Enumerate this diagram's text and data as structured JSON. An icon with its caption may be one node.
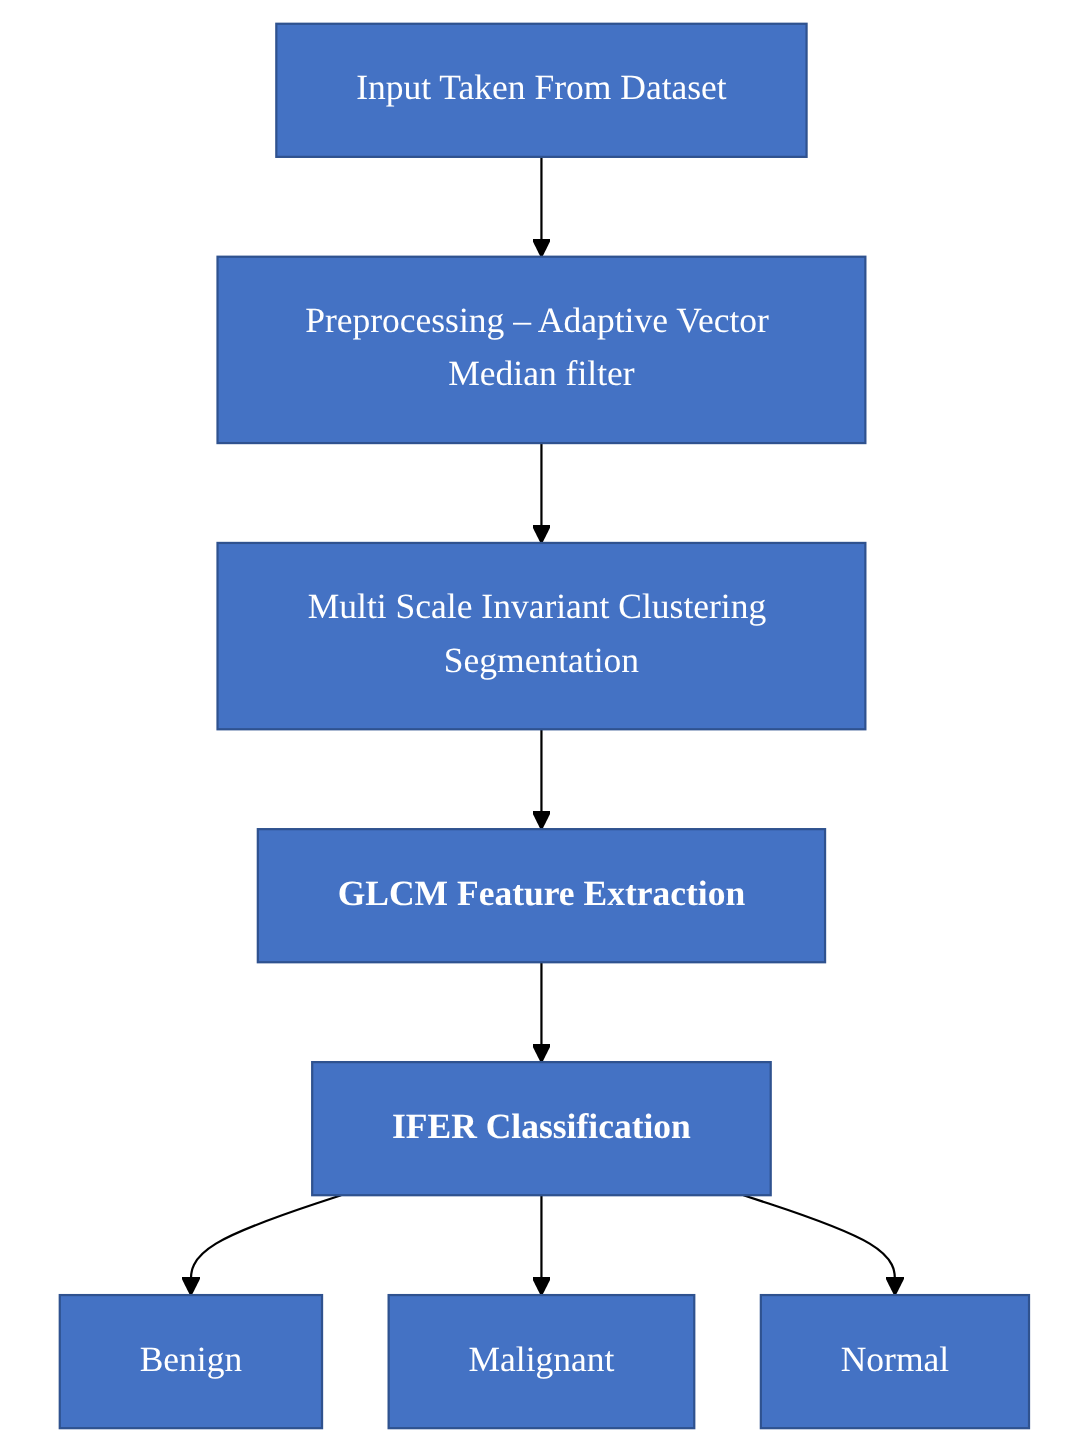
{
  "diagram": {
    "nodes": [
      {
        "text": [
          "Input Taken From Dataset"
        ]
      },
      {
        "text": [
          "Preprocessing – Adaptive Vector Median filter"
        ]
      },
      {
        "text": [
          "Multi Scale Invariant Clustering Segmentation"
        ]
      },
      {
        "text": [
          "GLCM Feature Extraction"
        ]
      },
      {
        "text": [
          "IFER Classification"
        ]
      },
      {
        "text": [
          "Benign"
        ]
      },
      {
        "text": [
          "Malignant"
        ]
      },
      {
        "text": [
          "Normal"
        ]
      }
    ],
    "edges": [
      {
        "from": 0,
        "to": 1,
        "arrow": "to"
      },
      {
        "from": 1,
        "to": 2,
        "arrow": "to"
      },
      {
        "from": 2,
        "to": 3,
        "arrow": "to"
      },
      {
        "from": 3,
        "to": 4,
        "arrow": "to"
      },
      {
        "from": 4,
        "to": 5,
        "arrow": "to"
      },
      {
        "from": 4,
        "to": 6,
        "arrow": "to"
      },
      {
        "from": 4,
        "to": 7,
        "arrow": "to"
      }
    ]
  }
}
